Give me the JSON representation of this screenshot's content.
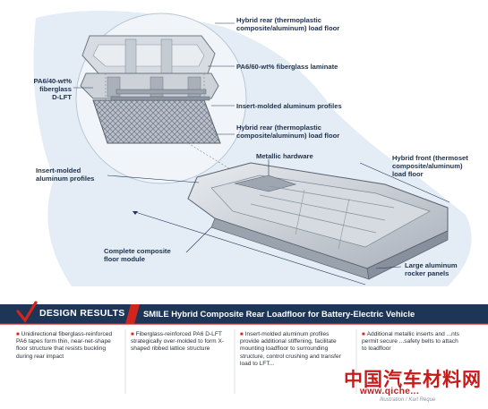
{
  "labels": {
    "hybrid_rear_top": "Hybrid rear (thermoplastic\ncomposite/aluminum) load floor",
    "pa6_60": "PA6/60-wt% fiberglass laminate",
    "pa6_40": "PA6/40-wt%\nfiberglass\nD-LFT",
    "insert_profiles_right": "Insert-molded aluminum profiles",
    "hybrid_rear_mid": "Hybrid rear (thermoplastic\ncomposite/aluminum) load floor",
    "metallic_hardware": "Metallic hardware",
    "insert_profiles_left": "Insert-molded\naluminum profiles",
    "hybrid_front": "Hybrid front (thermoset\ncomposite/aluminum)\nload floor",
    "complete_module": "Complete composite\nfloor module",
    "rocker_panels": "Large aluminum\nrocker panels"
  },
  "banner": {
    "design_results": "DESIGN RESULTS",
    "title": "SMILE Hybrid Composite Rear Loadfloor for Battery-Electric Vehicle"
  },
  "results": [
    "Unidirectional fiberglass-reinforced PA6 tapes form thin, near-net-shape floor structure that resists buckling during rear impact",
    "Fiberglass-reinforced PA6 D-LFT strategically over-molded to form X-shaped ribbed lattice structure",
    "Insert-molded aluminum profiles provide additional stiffening, facilitate mounting loadfloor to surrounding structure, control crushing and transfer load to LFT...",
    "Additional metallic inserts and ...nts permit secure ...safety belts to attach to loadfloor"
  ],
  "credit": "Illustration / Karl Reque",
  "watermark": {
    "cn": "中国汽车材料网",
    "url": "www.qiche..."
  },
  "colors": {
    "navy": "#1d3557",
    "accent_red": "#d2261d",
    "bg_blue": "#dfe9f3",
    "part_gray": "#c9ced6",
    "watermark_red": "#c91a1a"
  }
}
